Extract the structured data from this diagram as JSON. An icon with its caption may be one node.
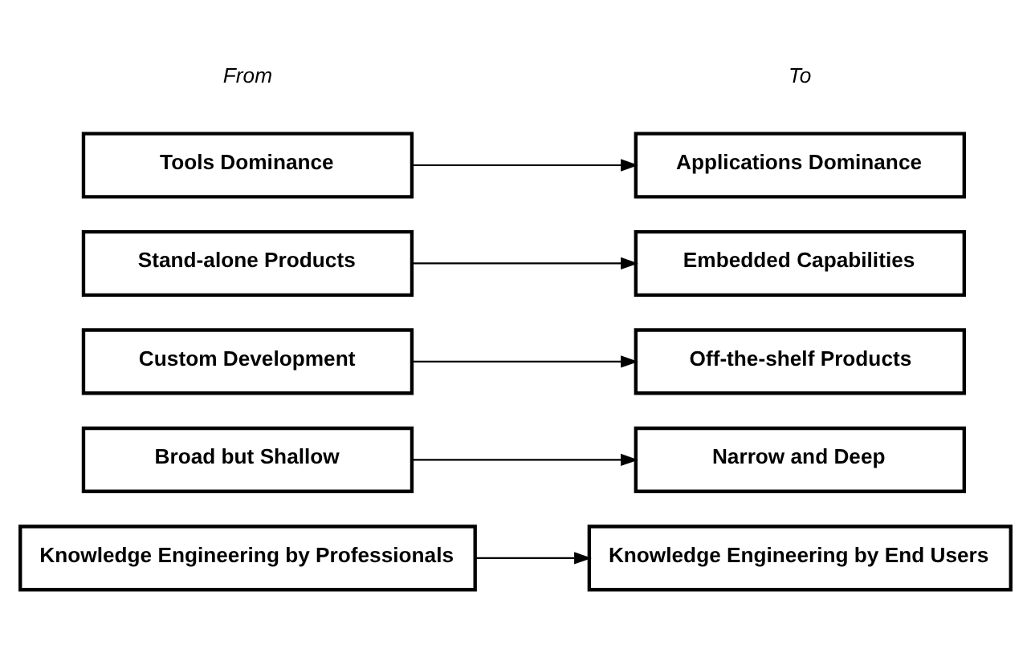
{
  "diagram": {
    "nodes": [
      {
        "text": [
          "Tools Dominance"
        ]
      },
      {
        "text": [
          "Applications Dominance"
        ]
      },
      {
        "text": [
          "Stand-alone Products"
        ]
      },
      {
        "text": [
          "Embedded Capabilities"
        ]
      },
      {
        "text": [
          "Custom Development"
        ]
      },
      {
        "text": [
          "Off-the-shelf Products"
        ]
      },
      {
        "text": [
          "Broad but Shallow"
        ]
      },
      {
        "text": [
          "Narrow and Deep"
        ]
      },
      {
        "text": [
          "Knowledge Engineering by Professionals"
        ]
      },
      {
        "text": [
          "Knowledge Engineering by End Users"
        ]
      }
    ],
    "edges": [
      {
        "from": 0,
        "to": 1,
        "arrow": "to"
      },
      {
        "from": 2,
        "to": 3,
        "arrow": "to"
      },
      {
        "from": 4,
        "to": 5,
        "arrow": "to"
      },
      {
        "from": 6,
        "to": 7,
        "arrow": "to"
      },
      {
        "from": 8,
        "to": 9,
        "arrow": "to"
      }
    ],
    "labels": [
      "From",
      "To"
    ]
  }
}
